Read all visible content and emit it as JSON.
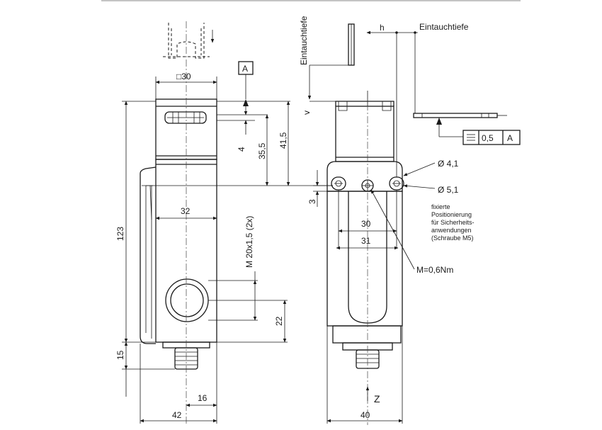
{
  "left_view": {
    "dim_width_top": "□30",
    "dim_32": "32",
    "dim_height_total": "123",
    "dim_35_5": "35,5",
    "dim_41_5": "41,5",
    "dim_4": "4",
    "dim_thread": "M 20x1,5 (2x)",
    "dim_22": "22",
    "dim_15": "15",
    "dim_16": "16",
    "dim_42": "42",
    "datum_label": "A"
  },
  "right_view": {
    "insertion_depth_vertical": "Eintauchtiefe",
    "insertion_depth_horizontal": "Eintauchtiefe",
    "dim_h": "h",
    "dim_v": "v",
    "dim_3": "3",
    "hole_4_1": "Ø 4,1",
    "hole_5_1": "Ø 5,1",
    "note_lines": [
      "fixierte",
      "Positionierung",
      "für Sicherheits-",
      "anwendungen",
      "(Schraube M5)"
    ],
    "dim_30": "30",
    "dim_31": "31",
    "torque": "M=0,6Nm",
    "dim_40": "40",
    "direction_label": "Z",
    "tolerance_value": "0,5",
    "tolerance_datum": "A"
  },
  "colors": {
    "line": "#1a1a1a",
    "background": "#ffffff"
  }
}
